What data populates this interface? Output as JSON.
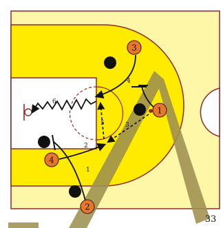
{
  "diagram": {
    "page_number": "33",
    "colors": {
      "court_floor": "#FFF7A8",
      "paint_area": "#FFEB00",
      "lines": "#8A2A2A",
      "offense_player": "#E8772E",
      "defender": "#111111",
      "watermark": "#9E9150"
    },
    "offense_players": [
      {
        "id": "p1",
        "label": "1"
      },
      {
        "id": "p2",
        "label": "2"
      },
      {
        "id": "p3",
        "label": "3"
      },
      {
        "id": "p4",
        "label": "4"
      }
    ],
    "movement_labels": [
      {
        "id": "m1",
        "label": "1"
      },
      {
        "id": "m2",
        "label": "2"
      },
      {
        "id": "m3",
        "label": "3"
      },
      {
        "id": "m4",
        "label": "4"
      },
      {
        "id": "m5",
        "label": "5"
      },
      {
        "id": "m6",
        "label": "6"
      }
    ],
    "defenders_count": 4
  }
}
